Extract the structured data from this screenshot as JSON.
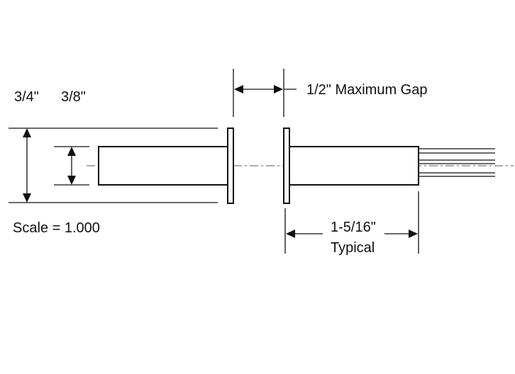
{
  "labels": {
    "outer_diameter": "3/4\"",
    "inner_diameter": "3/8\"",
    "max_gap": "1/2\" Maximum Gap",
    "scale": "Scale = 1.000",
    "length_value": "1-5/16\"",
    "length_note": "Typical"
  }
}
